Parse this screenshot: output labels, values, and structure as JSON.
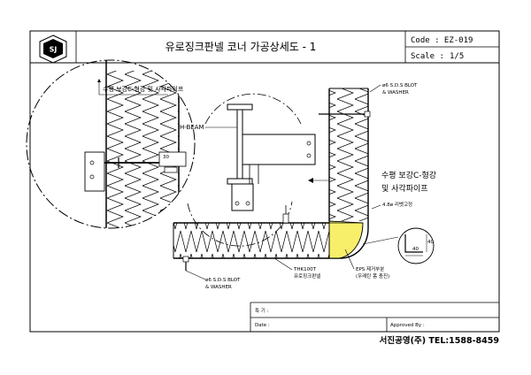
{
  "header": {
    "logo_text": "SJ",
    "title": "유로징크판넬 코너 가공상세도 - 1",
    "code": "Code : EZ-019",
    "scale_label": "Scale :",
    "scale_value": "1/5"
  },
  "labels": {
    "detail_pipe": "수평 보강C-형강 및 사각파이프",
    "h_beam": "H-BEAM",
    "dim_30": "30",
    "bolt_top_1": "ø6 S.D.S BLOT",
    "bolt_top_2": "& WASHER",
    "pipe_right_1": "수평 보강C-형강",
    "pipe_right_2": "및 사각파이프",
    "rivet": "4.8ø 리벳고정",
    "dim_40a": "40",
    "dim_40b": "40",
    "thk_1": "THK100T",
    "thk_2": "유로징크판넬",
    "bolt_bot_1": "ø6 S.D.S BLOT",
    "bolt_bot_2": "& WASHER",
    "eps_1": "EPS 제거부분",
    "eps_2": "(우레탄 폼 충진)"
  },
  "footer_table": {
    "remarks": "특 기 :",
    "date": "Date :",
    "approved": "Approved By :"
  },
  "company": "서진공영(주) TEL:1588-8459"
}
